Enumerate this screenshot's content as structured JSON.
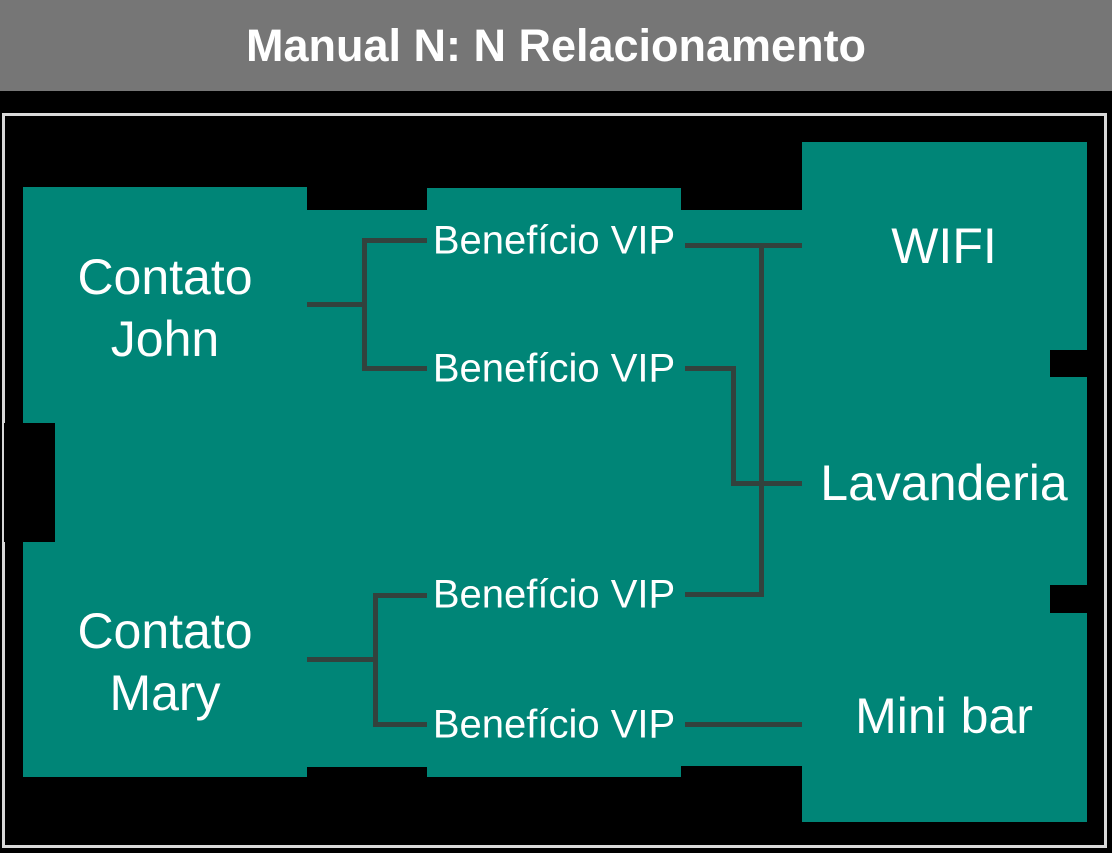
{
  "header": {
    "title": "Manual N: N Relacionamento"
  },
  "colors": {
    "background": "#000000",
    "node_fill": "#008577",
    "connector": "#33423d",
    "header_bg": "#767676",
    "canvas_border": "#d9d9d9",
    "text": "#ffffff"
  },
  "nodes": {
    "john": {
      "line1": "Contato",
      "line2": "John"
    },
    "mary": {
      "line1": "Contato",
      "line2": "Mary"
    },
    "vip1": {
      "label": "Benefício VIP"
    },
    "vip2": {
      "label": "Benefício VIP"
    },
    "vip3": {
      "label": "Benefício VIP"
    },
    "vip4": {
      "label": "Benefício VIP"
    },
    "wifi": {
      "label": "WIFI"
    },
    "lavanderia": {
      "label": "Lavanderia"
    },
    "minibar": {
      "label": "Mini bar"
    }
  },
  "edges": [
    {
      "from": "john",
      "to": "vip1"
    },
    {
      "from": "john",
      "to": "vip2"
    },
    {
      "from": "mary",
      "to": "vip3"
    },
    {
      "from": "mary",
      "to": "vip4"
    },
    {
      "from": "vip1",
      "to": "wifi"
    },
    {
      "from": "vip2",
      "to": "lavanderia"
    },
    {
      "from": "vip3",
      "to": "lavanderia"
    },
    {
      "from": "vip4",
      "to": "minibar"
    }
  ]
}
